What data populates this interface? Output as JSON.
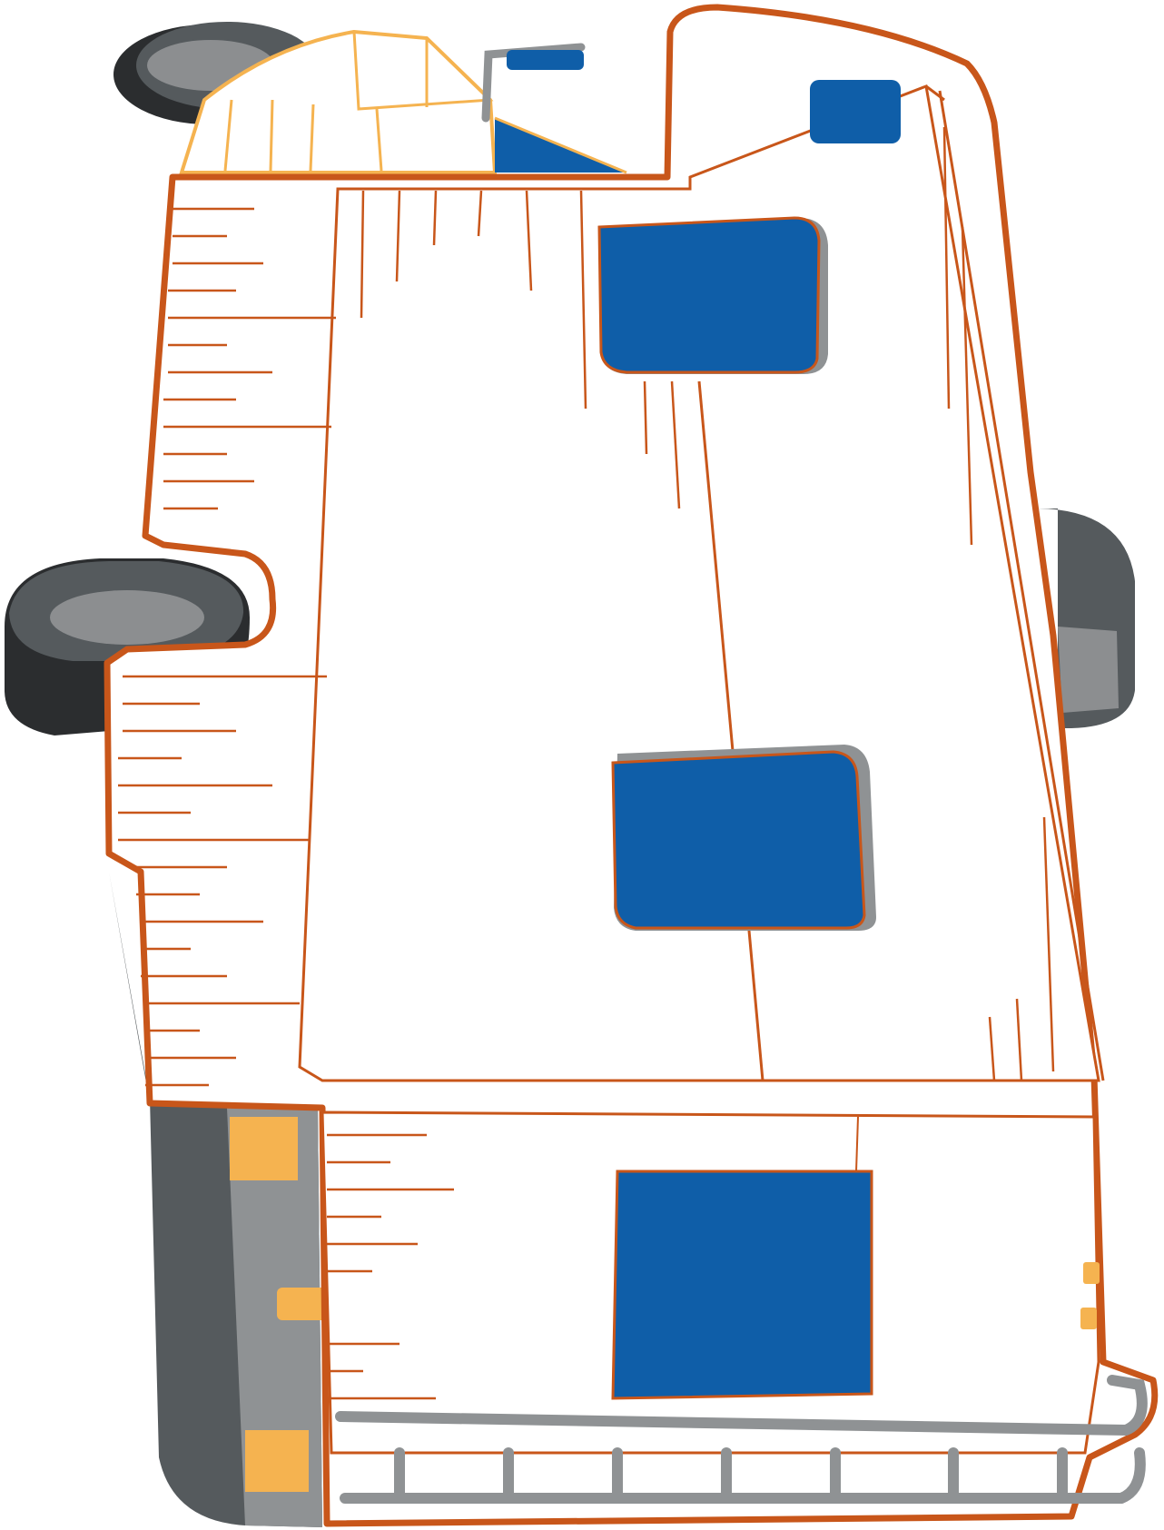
{
  "illustration": {
    "subject": "motorhome-top-view-sketch",
    "colors": {
      "outline": "#c8561a",
      "body_fill": "#ffffff",
      "window": "#0f5ea8",
      "window_shadow": "#8f9294",
      "tire_dark": "#2b2d2f",
      "tire_mid": "#555a5d",
      "hub": "#8c8e90",
      "cab_accent": "#f5b350",
      "rail": "#8f9294"
    },
    "windows": [
      "skylight-front-small",
      "skylight-front",
      "skylight-middle",
      "rear-window"
    ],
    "wheels": [
      "front-left-wheel",
      "mid-left-wheel",
      "right-wheel"
    ],
    "parts": [
      "cab",
      "side-mirror",
      "roof",
      "rear-wall",
      "rear-ladder-rail",
      "tail-lights"
    ]
  }
}
